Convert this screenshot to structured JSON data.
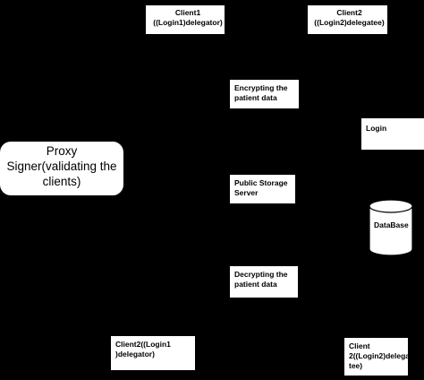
{
  "diagram": {
    "client1": {
      "line1": "Client1",
      "line2": "((Login1)delegator)"
    },
    "client2_top": {
      "line1": "Client2",
      "line2": "((Login2)delegatee)"
    },
    "encrypting": {
      "line1": "Encrypting the",
      "line2": "patient data"
    },
    "login": {
      "label": "Login"
    },
    "proxy": {
      "line1": "Proxy",
      "line2": "Signer(validating the",
      "line3": "clients)"
    },
    "storage": {
      "line1": "Public Storage",
      "line2": "Server"
    },
    "database": {
      "label": "DataBase"
    },
    "decrypting": {
      "line1": "Decrypting the",
      "line2": "patient data"
    },
    "client2_bottom_left": {
      "line1": "Client2((Login1",
      "line2": ")delegator)"
    },
    "client2_bottom_right": {
      "line1": "Client",
      "line2": "2((Login2)delega",
      "line3": "tee)"
    }
  }
}
